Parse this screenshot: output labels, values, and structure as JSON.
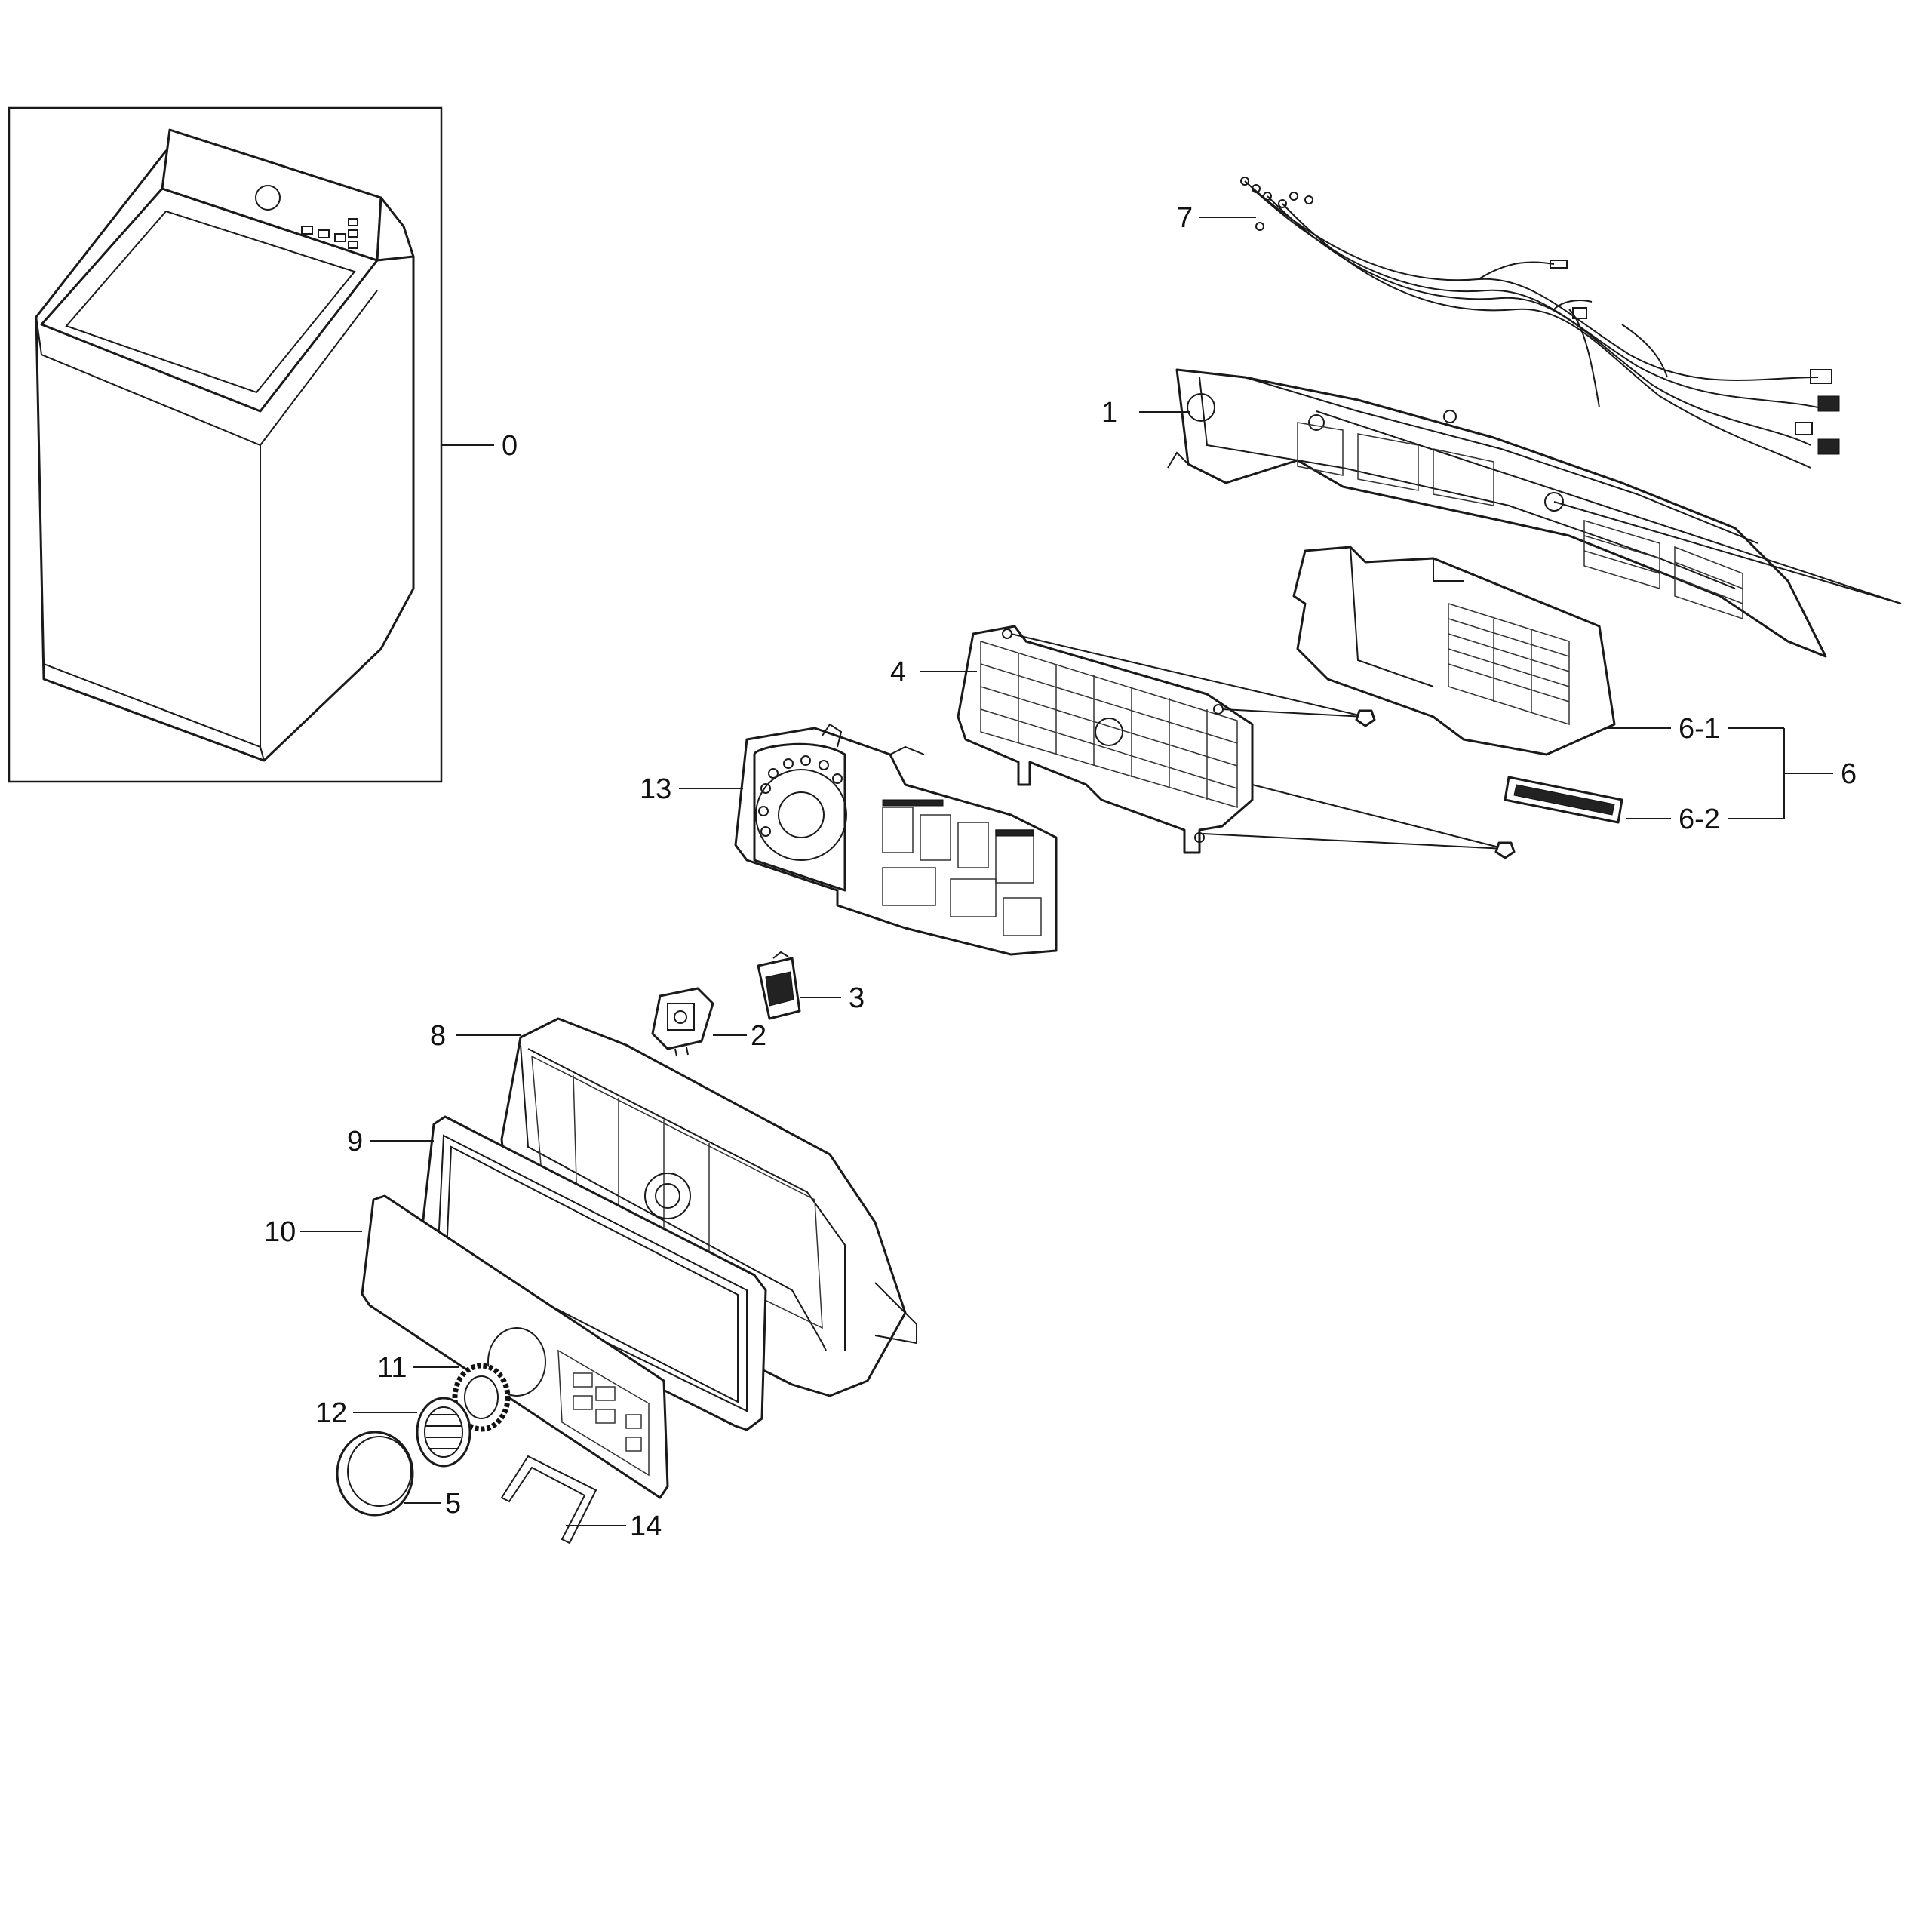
{
  "callouts": {
    "c0": "0",
    "c1": "1",
    "c2": "2",
    "c3": "3",
    "c4": "4",
    "c5": "5",
    "c6": "6",
    "c6_1": "6-1",
    "c6_2": "6-2",
    "c7": "7",
    "c8": "8",
    "c9": "9",
    "c10": "10",
    "c11": "11",
    "c12": "12",
    "c13": "13",
    "c14": "14"
  },
  "colors": {
    "line": "#1a1a1a",
    "background": "#ffffff"
  }
}
